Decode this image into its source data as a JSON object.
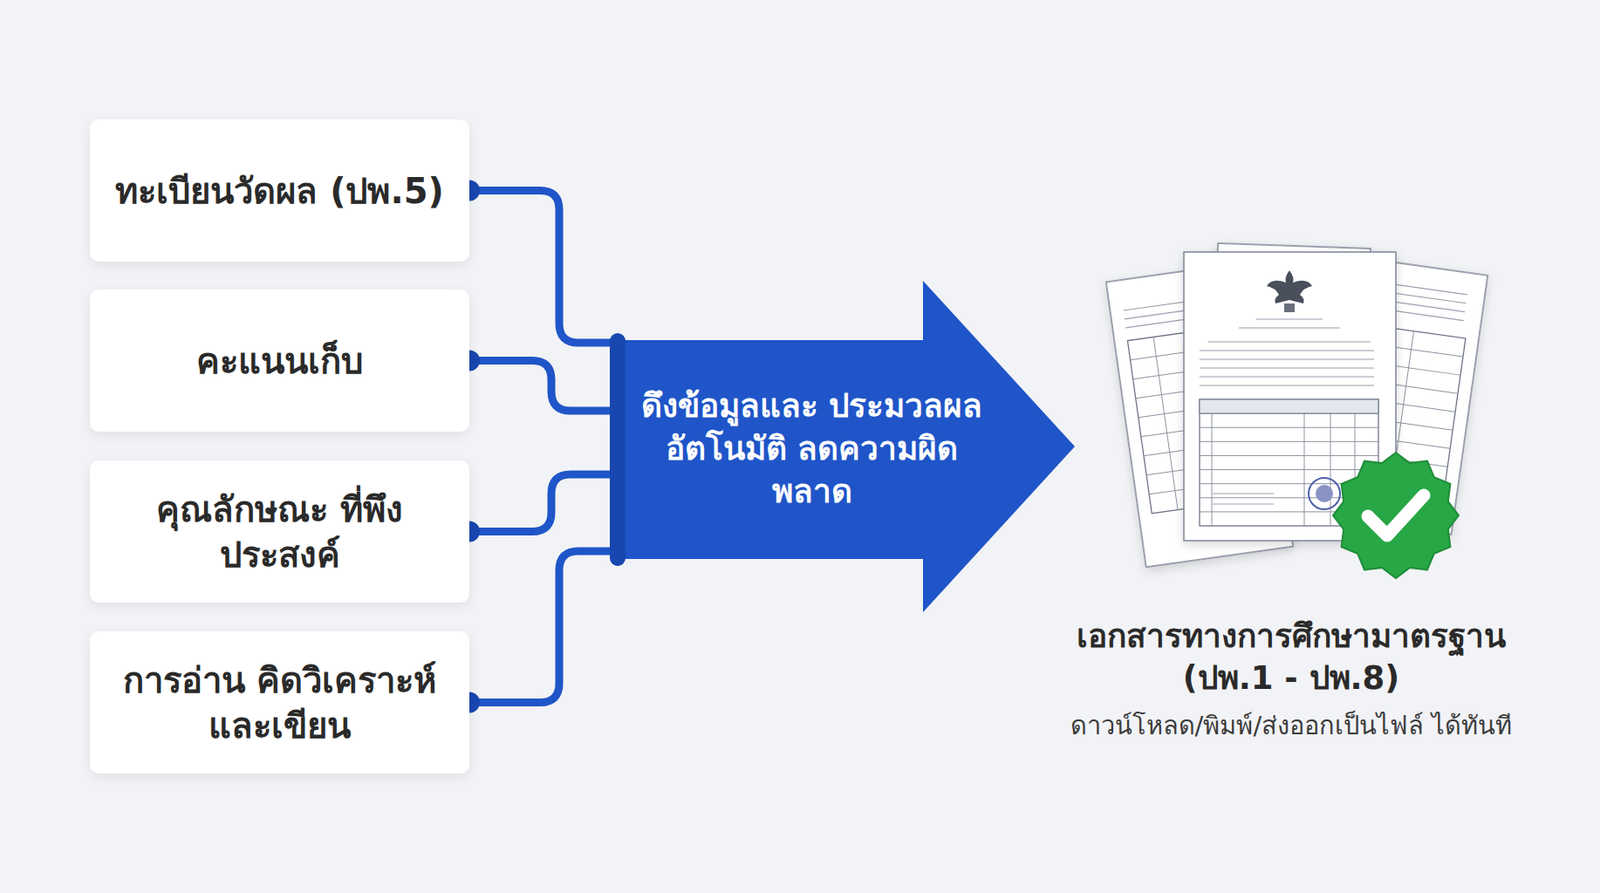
{
  "diagram": {
    "nodes": [
      {
        "text": [
          "ทะเบียนวัดผล (ปพ.5)"
        ]
      },
      {
        "text": [
          "คะแนนเก็บ"
        ]
      },
      {
        "text": [
          "คุณลักษณะ ที่พึงประสงค์"
        ]
      },
      {
        "text": [
          "การอ่าน คิดวิเคราะห์ และเขียน"
        ]
      },
      {
        "text": [
          "ดึงข้อมูลและ ประมวลผลอัตโนมัติ ลดความผิดพลาด"
        ]
      },
      {
        "text": [
          "เอกสารทางการศึกษามาตรฐาน (ปพ.1 - ปพ.8)",
          "ดาวน์โหลด/พิมพ์/ส่งออกเป็นไฟล์ ได้ทันที"
        ]
      }
    ],
    "edges": [
      {
        "from": 0,
        "to": 4,
        "arrow": "none"
      },
      {
        "from": 1,
        "to": 4,
        "arrow": "none"
      },
      {
        "from": 2,
        "to": 4,
        "arrow": "none"
      },
      {
        "from": 3,
        "to": 4,
        "arrow": "none"
      }
    ]
  }
}
